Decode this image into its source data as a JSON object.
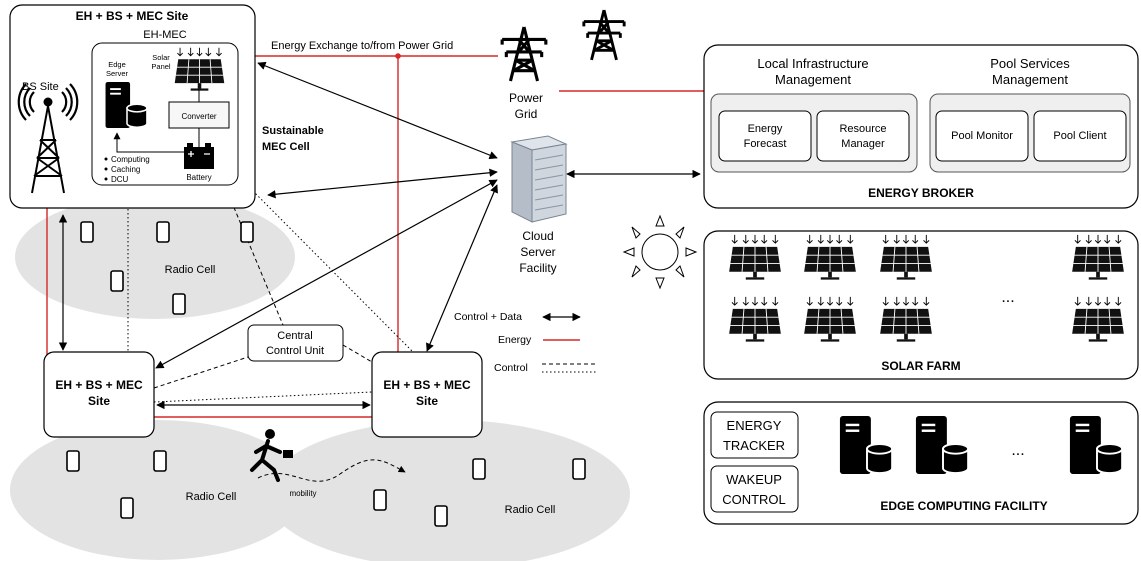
{
  "site_top": {
    "title": "EH + BS + MEC Site",
    "eh_mec": "EH-MEC",
    "bs_site": "BS Site",
    "edge_server": [
      "Edge",
      "Server"
    ],
    "solar_panel": [
      "Solar",
      "Panel"
    ],
    "converter": "Converter",
    "battery": "Battery",
    "services": [
      "Computing",
      "Caching",
      "DCU"
    ]
  },
  "grid_label": "Energy Exchange to/from Power Grid",
  "sustainable": [
    "Sustainable",
    "MEC Cell"
  ],
  "power_grid": [
    "Power",
    "Grid"
  ],
  "cloud": [
    "Cloud",
    "Server",
    "Facility"
  ],
  "radio_cell": "Radio Cell",
  "site_label": [
    "EH + BS + MEC",
    "Site"
  ],
  "central": [
    "Central",
    "Control Unit"
  ],
  "mobility": "mobility",
  "legend": {
    "control_data": "Control + Data",
    "energy": "Energy",
    "control": "Control"
  },
  "broker": {
    "local": [
      "Local Infrastructure",
      "Management"
    ],
    "pool": [
      "Pool Services",
      "Management"
    ],
    "energy_forecast": [
      "Energy",
      "Forecast"
    ],
    "resource_manager": [
      "Resource",
      "Manager"
    ],
    "pool_monitor": "Pool Monitor",
    "pool_client": "Pool Client",
    "title": "ENERGY BROKER"
  },
  "solar_farm": {
    "title": "SOLAR FARM",
    "ellipsis": "..."
  },
  "edge_facility": {
    "energy_tracker": [
      "ENERGY",
      "TRACKER"
    ],
    "wakeup_control": [
      "WAKEUP",
      "CONTROL"
    ],
    "title": "EDGE COMPUTING FACILITY",
    "ellipsis": "..."
  },
  "colors": {
    "energy": "#d62828",
    "cell": "#e3e3e3",
    "inner_box": "#efefef"
  }
}
